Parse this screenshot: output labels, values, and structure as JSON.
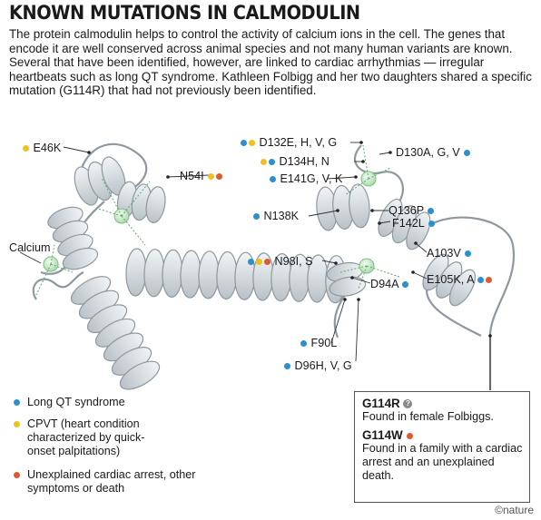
{
  "title": "KNOWN MUTATIONS IN CALMODULIN",
  "intro": "The protein calmodulin helps to control the activity of calcium ions in the cell. The genes that encode it are well conserved across animal species and not many human variants are known. Several that have been identified, however, are linked to cardiac arrhythmias — irregular heartbeats such as long QT syndrome. Kathleen Folbigg and her two daughters shared a specific mutation (G114R) that had not previously been identified.",
  "colors": {
    "long_qt": "#2b8fd0",
    "cpvt": "#f0c020",
    "arrest": "#dd5a2e",
    "ribbon": "#d9dee2",
    "calcium": "#c8e8c8"
  },
  "labels": {
    "e46k": "E46K",
    "n54i": "N54I",
    "calcium": "Calcium",
    "d132e": "D132E, H, V, G",
    "d134h": "D134H, N",
    "e141g": "E141G, V, K",
    "d130a": "D130A, G, V",
    "n138k": "N138K",
    "q136p": "Q136P",
    "f142l": "F142L",
    "a103v": "A103V",
    "n98i": "N98I, S",
    "e105k": "E105K, A",
    "d94a": "D94A",
    "f90l": "F90L",
    "d96h": "D96H, V, G"
  },
  "legend": {
    "long_qt": "Long QT syndrome",
    "cpvt": "CPVT (heart condition characterized by quick-onset palpitations)",
    "arrest": "Unexplained cardiac arrest, other symptoms or death"
  },
  "callout": {
    "g114r_head": "G114R",
    "g114r_text": "Found in female Folbiggs.",
    "g114w_head": "G114W",
    "g114w_text": "Found in a family with a cardiac arrest and an unexplained death."
  },
  "credit": "©nature"
}
